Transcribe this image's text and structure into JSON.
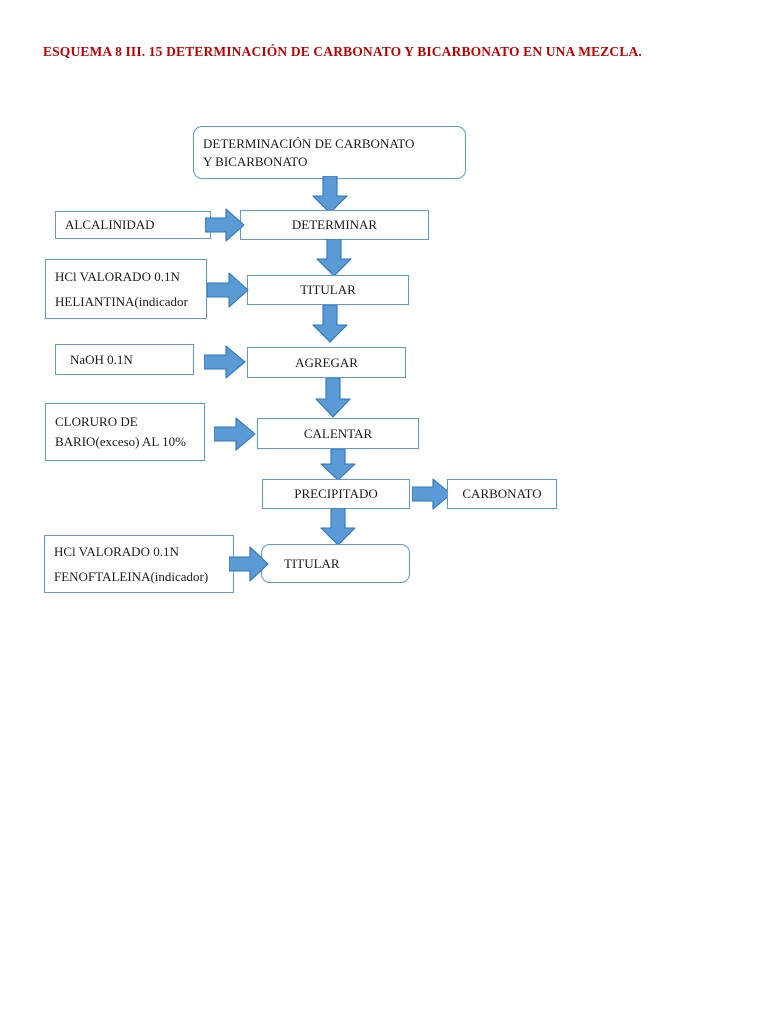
{
  "document": {
    "title": "ESQUEMA 8 III. 15 DETERMINACIÓN DE CARBONATO Y BICARBONATO EN UNA MEZCLA.",
    "title_color": "#c00000",
    "background": "#ffffff"
  },
  "theme": {
    "box_border": "#5b9bd5",
    "box_fill": "#ffffff",
    "arrow_fill": "#5b9bd5",
    "arrow_stroke": "#2e75b6",
    "text_color": "#1a1a1a"
  },
  "chart_data": {
    "type": "flowchart",
    "title": "ESQUEMA 8 III. 15 DETERMINACIÓN DE CARBONATO Y BICARBONATO EN UNA MEZCLA.",
    "orientation": "top-to-bottom main spine with left-side reagent inputs",
    "nodes": [
      {
        "id": "start",
        "label": "DETERMINACIÓN DE CARBONATO Y BICARBONATO",
        "shape": "rounded-rect",
        "column": "main"
      },
      {
        "id": "determinar",
        "label": "DETERMINAR",
        "shape": "rect",
        "column": "main"
      },
      {
        "id": "titular1",
        "label": "TITULAR",
        "shape": "rect",
        "column": "main"
      },
      {
        "id": "agregar",
        "label": "AGREGAR",
        "shape": "rect",
        "column": "main"
      },
      {
        "id": "calentar",
        "label": "CALENTAR",
        "shape": "rect",
        "column": "main"
      },
      {
        "id": "precipitado",
        "label": "PRECIPITADO",
        "shape": "rect",
        "column": "main"
      },
      {
        "id": "titular2",
        "label": "TITULAR",
        "shape": "rounded-rect",
        "column": "main"
      },
      {
        "id": "alcalinidad",
        "label": "ALCALINIDAD",
        "shape": "rect",
        "column": "left-input"
      },
      {
        "id": "hcl_helian",
        "label": "HCl VALORADO 0.1N / HELIANTINA(indicador",
        "shape": "rect",
        "column": "left-input"
      },
      {
        "id": "naoh",
        "label": "NaOH 0.1N",
        "shape": "rect",
        "column": "left-input"
      },
      {
        "id": "cloruro",
        "label": "CLORURO DE BARIO(exceso) AL 10%",
        "shape": "rect",
        "column": "left-input"
      },
      {
        "id": "hcl_fenol",
        "label": "HCl VALORADO 0.1N / FENOFTALEINA(indicador)",
        "shape": "rect",
        "column": "left-input"
      },
      {
        "id": "carbonato",
        "label": "CARBONATO",
        "shape": "rect",
        "column": "right-output"
      }
    ],
    "edges": [
      {
        "from": "start",
        "to": "determinar",
        "direction": "down"
      },
      {
        "from": "alcalinidad",
        "to": "determinar",
        "direction": "right"
      },
      {
        "from": "determinar",
        "to": "titular1",
        "direction": "down"
      },
      {
        "from": "hcl_helian",
        "to": "titular1",
        "direction": "right"
      },
      {
        "from": "titular1",
        "to": "agregar",
        "direction": "down"
      },
      {
        "from": "naoh",
        "to": "agregar",
        "direction": "right"
      },
      {
        "from": "agregar",
        "to": "calentar",
        "direction": "down"
      },
      {
        "from": "cloruro",
        "to": "calentar",
        "direction": "right"
      },
      {
        "from": "calentar",
        "to": "precipitado",
        "direction": "down"
      },
      {
        "from": "precipitado",
        "to": "carbonato",
        "direction": "right"
      },
      {
        "from": "precipitado",
        "to": "titular2",
        "direction": "down"
      },
      {
        "from": "hcl_fenol",
        "to": "titular2",
        "direction": "right"
      }
    ]
  },
  "nodes": {
    "start": {
      "line1": "DETERMINACIÓN DE CARBONATO",
      "line2": "Y BICARBONATO"
    },
    "determinar": {
      "label": "DETERMINAR"
    },
    "titular1": {
      "label": "TITULAR"
    },
    "agregar": {
      "label": "AGREGAR"
    },
    "calentar": {
      "label": "CALENTAR"
    },
    "precipitado": {
      "label": "PRECIPITADO"
    },
    "titular2": {
      "label": "TITULAR"
    },
    "carbonato": {
      "label": "CARBONATO"
    },
    "alcalinidad": {
      "label": "ALCALINIDAD"
    },
    "hcl_helian": {
      "line1": "HCl VALORADO 0.1N",
      "line2": "HELIANTINA(indicador"
    },
    "naoh": {
      "label": "NaOH 0.1N"
    },
    "cloruro": {
      "line1": "CLORURO DE",
      "line2": "BARIO(exceso) AL 10%"
    },
    "hcl_fenol": {
      "line1": "HCl VALORADO 0.1N",
      "line2": "FENOFTALEINA(indicador)"
    }
  },
  "icons": {
    "arrow_down": "arrow-down-icon",
    "arrow_right": "arrow-right-icon"
  }
}
